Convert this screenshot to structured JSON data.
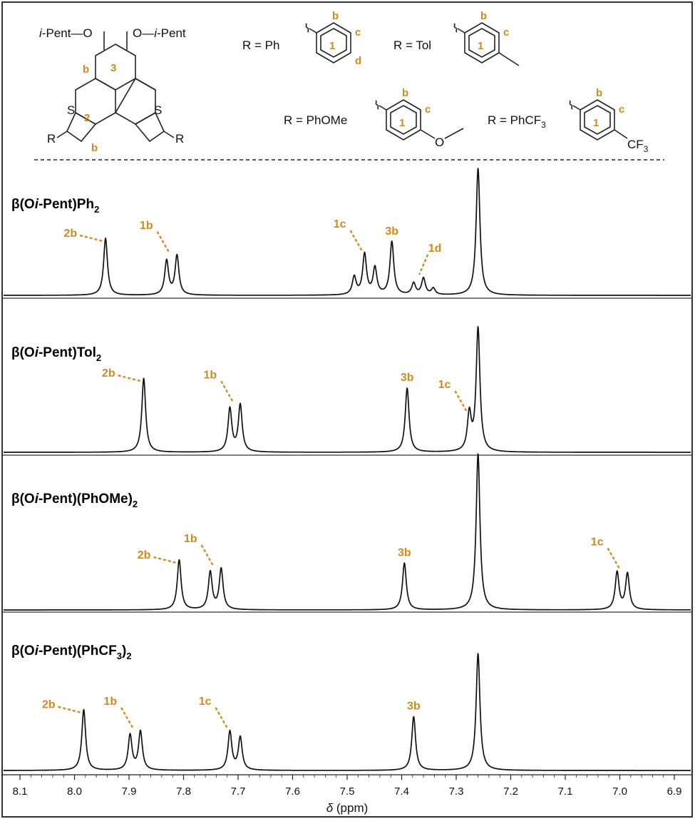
{
  "chart_data": {
    "type": "line",
    "xlabel": "δ (ppm)",
    "xlim": [
      8.13,
      6.87
    ],
    "x_reversed": true,
    "x_ticks": [
      "8.1",
      "8.0",
      "7.9",
      "7.8",
      "7.7",
      "7.6",
      "7.5",
      "7.4",
      "7.3",
      "7.2",
      "7.1",
      "7.0",
      "6.9"
    ],
    "panels": [
      {
        "title": "β(Oi-Pent)Ph₂",
        "title_parts": [
          "β(O",
          "i",
          "-Pent)Ph",
          "2"
        ],
        "peaks": [
          {
            "x": 7.943,
            "h": 0.45
          },
          {
            "x": 7.831,
            "h": 0.27
          },
          {
            "x": 7.812,
            "h": 0.31
          },
          {
            "x": 7.487,
            "h": 0.14
          },
          {
            "x": 7.468,
            "h": 0.32
          },
          {
            "x": 7.449,
            "h": 0.21
          },
          {
            "x": 7.418,
            "h": 0.42
          },
          {
            "x": 7.378,
            "h": 0.09
          },
          {
            "x": 7.36,
            "h": 0.13
          },
          {
            "x": 7.342,
            "h": 0.05
          },
          {
            "x": 7.26,
            "h": 1.0
          }
        ],
        "annotations": [
          {
            "label": "2b",
            "x": 7.943
          },
          {
            "label": "1b",
            "x": 7.822
          },
          {
            "label": "1c",
            "x": 7.468
          },
          {
            "label": "3b",
            "x": 7.418
          },
          {
            "label": "1d",
            "x": 7.36
          }
        ]
      },
      {
        "title": "β(Oi-Pent)Tol₂",
        "title_parts": [
          "β(O",
          "i",
          "-Pent)Tol",
          "2"
        ],
        "peaks": [
          {
            "x": 7.873,
            "h": 0.6
          },
          {
            "x": 7.715,
            "h": 0.35
          },
          {
            "x": 7.696,
            "h": 0.38
          },
          {
            "x": 7.39,
            "h": 0.52
          },
          {
            "x": 7.276,
            "h": 0.3
          },
          {
            "x": 7.26,
            "h": 1.0
          }
        ],
        "annotations": [
          {
            "label": "2b",
            "x": 7.873
          },
          {
            "label": "1b",
            "x": 7.705
          },
          {
            "label": "3b",
            "x": 7.39
          },
          {
            "label": "1c",
            "x": 7.276
          }
        ]
      },
      {
        "title": "β(Oi-Pent)(PhOMe)₂",
        "title_parts": [
          "β(O",
          "i",
          "-Pent)(PhOMe)",
          "2"
        ],
        "peaks": [
          {
            "x": 7.808,
            "h": 0.32
          },
          {
            "x": 7.751,
            "h": 0.24
          },
          {
            "x": 7.731,
            "h": 0.26
          },
          {
            "x": 7.395,
            "h": 0.3
          },
          {
            "x": 7.26,
            "h": 1.0
          },
          {
            "x": 7.005,
            "h": 0.24
          },
          {
            "x": 6.986,
            "h": 0.23
          }
        ],
        "annotations": [
          {
            "label": "2b",
            "x": 7.808
          },
          {
            "label": "1b",
            "x": 7.741
          },
          {
            "label": "3b",
            "x": 7.395
          },
          {
            "label": "1c",
            "x": 6.996
          }
        ]
      },
      {
        "title": "β(Oi-Pent)(PhCF₃)₂",
        "title_parts": [
          "β(O",
          "i",
          "-Pent)(PhCF",
          "3",
          ")",
          "2"
        ],
        "peaks": [
          {
            "x": 7.983,
            "h": 0.52
          },
          {
            "x": 7.898,
            "h": 0.3
          },
          {
            "x": 7.879,
            "h": 0.33
          },
          {
            "x": 7.715,
            "h": 0.33
          },
          {
            "x": 7.696,
            "h": 0.28
          },
          {
            "x": 7.378,
            "h": 0.46
          },
          {
            "x": 7.26,
            "h": 1.0
          }
        ],
        "annotations": [
          {
            "label": "2b",
            "x": 7.983
          },
          {
            "label": "1b",
            "x": 7.888
          },
          {
            "label": "1c",
            "x": 7.715
          },
          {
            "label": "3b",
            "x": 7.378
          }
        ]
      }
    ]
  },
  "scheme": {
    "core_substituent_left": "i-Pent—O",
    "core_substituent_right": "O—i-Pent",
    "core_labels": {
      "ring3": "3",
      "ring2": "2",
      "b_upper": "b",
      "b_lower": "b",
      "S_left": "S",
      "S_right": "S",
      "R_left": "R",
      "R_right": "R"
    },
    "variants": [
      {
        "label": "R = Ph",
        "ring": "1",
        "positions": [
          "b",
          "c",
          "d"
        ]
      },
      {
        "label": "R = Tol",
        "ring": "1",
        "positions": [
          "b",
          "c"
        ]
      },
      {
        "label": "R = PhOMe",
        "ring": "1",
        "positions": [
          "b",
          "c"
        ],
        "substituent": "O"
      },
      {
        "label": "R = PhCF",
        "label_sub": "3",
        "ring": "1",
        "positions": [
          "b",
          "c"
        ],
        "substituent": "CF",
        "substituent_sub": "3"
      }
    ]
  },
  "colors": {
    "annotation": "#d08a1e",
    "trace": "#111111",
    "frame": "#333333"
  }
}
